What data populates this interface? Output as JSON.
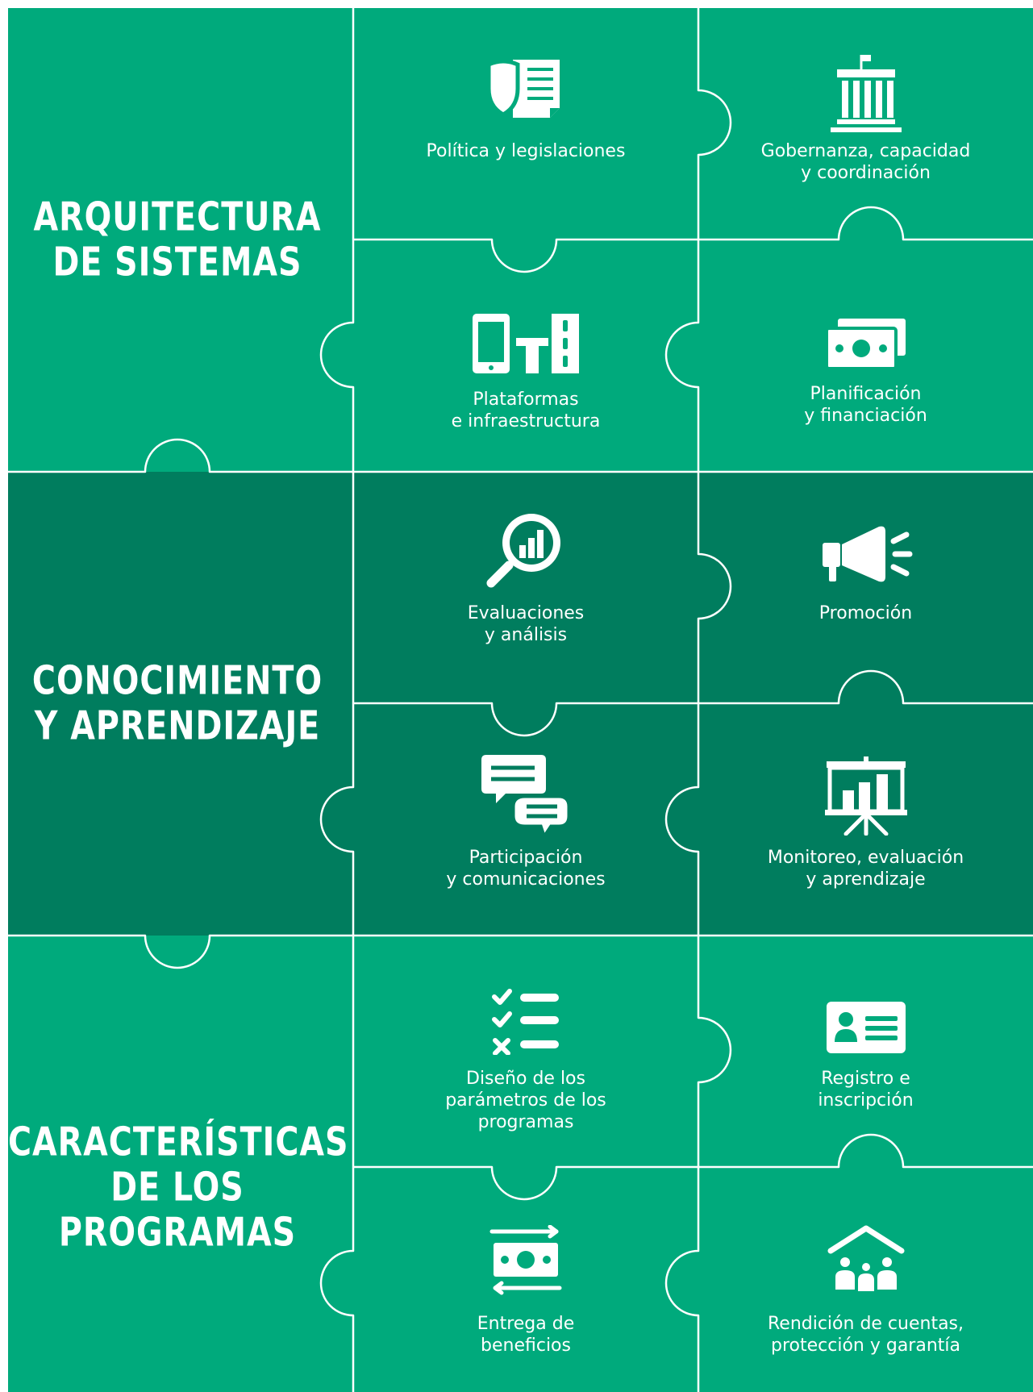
{
  "colors": {
    "light_green": "#00aa7c",
    "dark_green": "#007d5e",
    "line": "#ffffff"
  },
  "sections": [
    {
      "title": "ARQUITECTURA\nDE SISTEMAS",
      "tiles": [
        {
          "label": "Política y legislaciones",
          "icon": "shield-document-icon"
        },
        {
          "label": "Gobernanza, capacidad\ny coordinación",
          "icon": "government-building-icon"
        },
        {
          "label": "Plataformas\ne infraestructura",
          "icon": "phone-infrastructure-icon"
        },
        {
          "label": "Planificación\ny financiación",
          "icon": "banknotes-icon"
        }
      ]
    },
    {
      "title": "CONOCIMIENTO\nY APRENDIZAJE",
      "tiles": [
        {
          "label": "Evaluaciones\ny análisis",
          "icon": "magnifier-chart-icon"
        },
        {
          "label": "Promoción",
          "icon": "megaphone-icon"
        },
        {
          "label": "Participación\ny comunicaciones",
          "icon": "chat-bubbles-icon"
        },
        {
          "label": "Monitoreo, evaluación\ny aprendizaje",
          "icon": "presentation-board-icon"
        }
      ]
    },
    {
      "title": "CARACTERÍSTICAS\nDE LOS PROGRAMAS",
      "tiles": [
        {
          "label": "Diseño de los\nparámetros de los\nprogramas",
          "icon": "checklist-icon"
        },
        {
          "label": "Registro e\ninscripción",
          "icon": "id-card-icon"
        },
        {
          "label": "Entrega de\nbeneficios",
          "icon": "money-transfer-icon"
        },
        {
          "label": "Rendición de cuentas,\nprotección y garantía",
          "icon": "family-shelter-icon"
        }
      ]
    }
  ]
}
